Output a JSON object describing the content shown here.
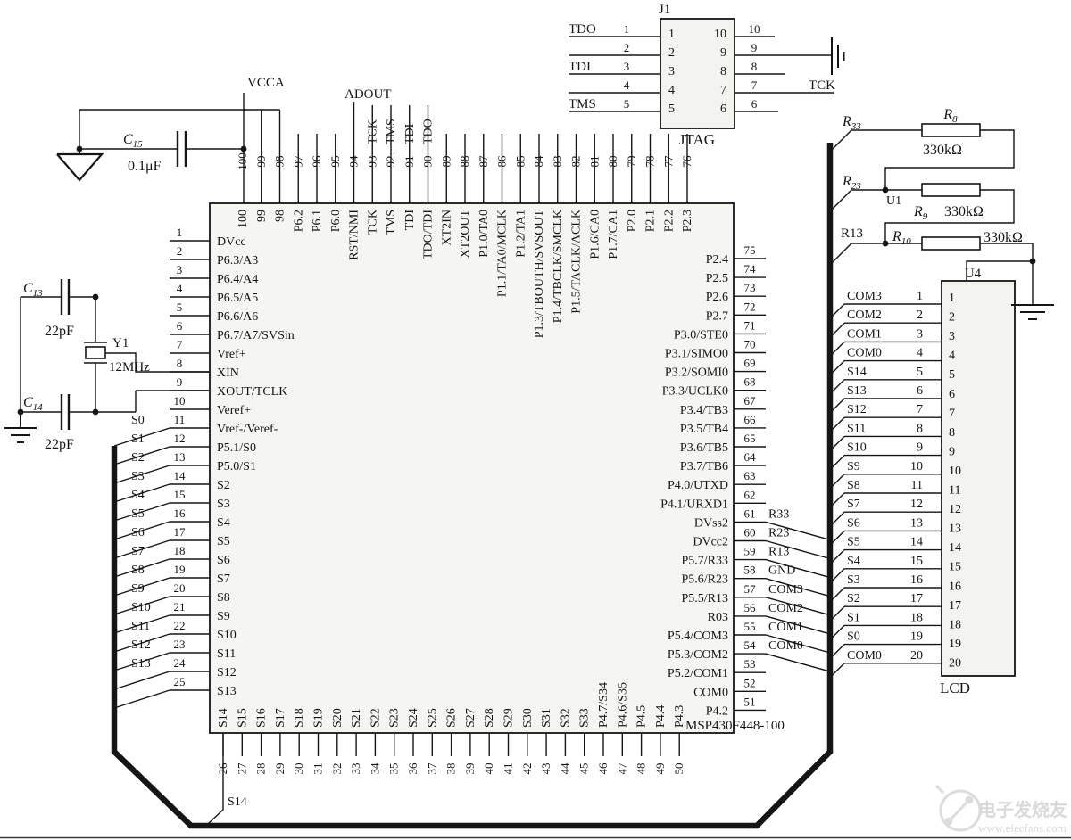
{
  "colors": {
    "line": "#151515",
    "chip_fill": "#f5f5f2",
    "connector_fill": "#f3f3f0",
    "watermark": "#dcdcdc"
  },
  "power": {
    "vcca": "VCCA",
    "adout": "ADOUT",
    "s14_net": "S14"
  },
  "capacitors": [
    {
      "ref": "C",
      "sub": "15",
      "value": "0.1μF"
    },
    {
      "ref": "C",
      "sub": "13",
      "value": "22pF"
    },
    {
      "ref": "C",
      "sub": "14",
      "value": "22pF"
    }
  ],
  "crystal": {
    "ref": "Y1",
    "value": "12MHz"
  },
  "ladder": {
    "u1": "U1",
    "rows": [
      {
        "net_base": "R",
        "net_sub": "33",
        "res_base": "R",
        "res_sub": "8",
        "value": "330kΩ"
      },
      {
        "net_base": "R",
        "net_sub": "23",
        "res_base": "R",
        "res_sub": "9",
        "value": "330kΩ"
      },
      {
        "net_text": "R13",
        "res_base": "R",
        "res_sub": "10",
        "value": "330kΩ"
      }
    ]
  },
  "jtag": {
    "ref": "J1",
    "title": "JTAG",
    "tck": "TCK",
    "rows": [
      {
        "left_num": "1",
        "right_num": "10",
        "left_label": "TDO"
      },
      {
        "left_num": "2",
        "right_num": "9",
        "left_label": ""
      },
      {
        "left_num": "3",
        "right_num": "8",
        "left_label": "TDI"
      },
      {
        "left_num": "4",
        "right_num": "7",
        "left_label": ""
      },
      {
        "left_num": "5",
        "right_num": "6",
        "left_label": "TMS"
      }
    ]
  },
  "u4": {
    "ref": "U4",
    "title": "LCD",
    "pins": [
      {
        "n": "1",
        "net": "COM3"
      },
      {
        "n": "2",
        "net": "COM2"
      },
      {
        "n": "3",
        "net": "COM1"
      },
      {
        "n": "4",
        "net": "COM0"
      },
      {
        "n": "5",
        "net": "S14"
      },
      {
        "n": "6",
        "net": "S13"
      },
      {
        "n": "7",
        "net": "S12"
      },
      {
        "n": "8",
        "net": "S11"
      },
      {
        "n": "9",
        "net": "S10"
      },
      {
        "n": "10",
        "net": "S9"
      },
      {
        "n": "11",
        "net": "S8"
      },
      {
        "n": "12",
        "net": "S7"
      },
      {
        "n": "13",
        "net": "S6"
      },
      {
        "n": "14",
        "net": "S5"
      },
      {
        "n": "15",
        "net": "S4"
      },
      {
        "n": "16",
        "net": "S3"
      },
      {
        "n": "17",
        "net": "S2"
      },
      {
        "n": "18",
        "net": "S1"
      },
      {
        "n": "19",
        "net": "S0"
      },
      {
        "n": "20",
        "net": "COM0"
      }
    ]
  },
  "mcu": {
    "name": "MSP430F448-100",
    "top": [
      {
        "n": "100",
        "label": "100"
      },
      {
        "n": "99",
        "label": "99"
      },
      {
        "n": "98",
        "label": "98"
      },
      {
        "n": "97",
        "label": "P6.2"
      },
      {
        "n": "96",
        "label": "P6.1"
      },
      {
        "n": "95",
        "label": "P6.0"
      },
      {
        "n": "94",
        "label": "RST/NMI"
      },
      {
        "n": "93",
        "label": "TCK",
        "outer": "TCK"
      },
      {
        "n": "92",
        "label": "TMS",
        "outer": "TMS"
      },
      {
        "n": "91",
        "label": "TDI",
        "outer": "TDI"
      },
      {
        "n": "90",
        "label": "TDO/TDI",
        "outer": "TDO"
      },
      {
        "n": "89",
        "label": "XT2IN"
      },
      {
        "n": "88",
        "label": "XT2OUT"
      },
      {
        "n": "87",
        "label": "P1.0/TA0"
      },
      {
        "n": "86",
        "label": "P1.1/TA0/MCLK"
      },
      {
        "n": "85",
        "label": "P1.2/TA1"
      },
      {
        "n": "84",
        "label": "P1.3/TBOUTH/SVSOUT"
      },
      {
        "n": "83",
        "label": "P1.4/TBCLK/SMCLK"
      },
      {
        "n": "82",
        "label": "P1.5/TACLK/ACLK"
      },
      {
        "n": "81",
        "label": "P1.6/CA0"
      },
      {
        "n": "80",
        "label": "P1.7/CA1"
      },
      {
        "n": "79",
        "label": "P2.0"
      },
      {
        "n": "78",
        "label": "P2.1"
      },
      {
        "n": "77",
        "label": "P2.2"
      },
      {
        "n": "76",
        "label": "P2.3"
      }
    ],
    "left": [
      {
        "n": "1",
        "label": "DVcc"
      },
      {
        "n": "2",
        "label": "P6.3/A3"
      },
      {
        "n": "3",
        "label": "P6.4/A4"
      },
      {
        "n": "4",
        "label": "P6.5/A5"
      },
      {
        "n": "5",
        "label": "P6.6/A6"
      },
      {
        "n": "6",
        "label": "P6.7/A7/SVSin"
      },
      {
        "n": "7",
        "label": "Vref+"
      },
      {
        "n": "8",
        "label": "XIN"
      },
      {
        "n": "9",
        "label": "XOUT/TCLK"
      },
      {
        "n": "10",
        "label": "Veref+"
      },
      {
        "n": "11",
        "label": "Vref-/Veref-",
        "outer": "S0"
      },
      {
        "n": "12",
        "label": "P5.1/S0",
        "outer": "S1"
      },
      {
        "n": "13",
        "label": "P5.0/S1",
        "outer": "S2"
      },
      {
        "n": "14",
        "label": "S2",
        "outer": "S3"
      },
      {
        "n": "15",
        "label": "S3",
        "outer": "S4"
      },
      {
        "n": "16",
        "label": "S4",
        "outer": "S5"
      },
      {
        "n": "17",
        "label": "S5",
        "outer": "S6"
      },
      {
        "n": "18",
        "label": "S6",
        "outer": "S7"
      },
      {
        "n": "19",
        "label": "S7",
        "outer": "S8"
      },
      {
        "n": "20",
        "label": "S8",
        "outer": "S9"
      },
      {
        "n": "21",
        "label": "S9",
        "outer": "S10"
      },
      {
        "n": "22",
        "label": "S10",
        "outer": "S11"
      },
      {
        "n": "23",
        "label": "S11",
        "outer": "S12"
      },
      {
        "n": "24",
        "label": "S12",
        "outer": "S13"
      },
      {
        "n": "25",
        "label": "S13"
      }
    ],
    "right": [
      {
        "n": "75",
        "label": "P2.4"
      },
      {
        "n": "74",
        "label": "P2.5"
      },
      {
        "n": "73",
        "label": "P2.6"
      },
      {
        "n": "72",
        "label": "P2.7"
      },
      {
        "n": "71",
        "label": "P3.0/STE0"
      },
      {
        "n": "70",
        "label": "P3.1/SIMO0"
      },
      {
        "n": "69",
        "label": "P3.2/SOMI0"
      },
      {
        "n": "68",
        "label": "P3.3/UCLK0"
      },
      {
        "n": "67",
        "label": "P3.4/TB3"
      },
      {
        "n": "66",
        "label": "P3.5/TB4"
      },
      {
        "n": "65",
        "label": "P3.6/TB5"
      },
      {
        "n": "64",
        "label": "P3.7/TB6"
      },
      {
        "n": "63",
        "label": "P4.0/UTXD"
      },
      {
        "n": "62",
        "label": "P4.1/URXD1"
      },
      {
        "n": "61",
        "label": "DVss2",
        "outer": "R33"
      },
      {
        "n": "60",
        "label": "DVcc2",
        "outer": "R23"
      },
      {
        "n": "59",
        "label": "P5.7/R33",
        "outer": "R13"
      },
      {
        "n": "58",
        "label": "P5.6/R23",
        "outer": "GND"
      },
      {
        "n": "57",
        "label": "P5.5/R13",
        "outer": "COM3"
      },
      {
        "n": "56",
        "label": "R03",
        "outer": "COM2"
      },
      {
        "n": "55",
        "label": "P5.4/COM3",
        "outer": "COM1"
      },
      {
        "n": "54",
        "label": "P5.3/COM2",
        "outer": "COM0"
      },
      {
        "n": "53",
        "label": "P5.2/COM1"
      },
      {
        "n": "52",
        "label": "COM0"
      },
      {
        "n": "51",
        "label": "P4.2"
      }
    ],
    "bottom": [
      {
        "n": "26",
        "label": "S14"
      },
      {
        "n": "27",
        "label": "S15"
      },
      {
        "n": "28",
        "label": "S16"
      },
      {
        "n": "29",
        "label": "S17"
      },
      {
        "n": "30",
        "label": "S18"
      },
      {
        "n": "31",
        "label": "S19"
      },
      {
        "n": "32",
        "label": "S20"
      },
      {
        "n": "33",
        "label": "S21"
      },
      {
        "n": "34",
        "label": "S22"
      },
      {
        "n": "35",
        "label": "S23"
      },
      {
        "n": "36",
        "label": "S24"
      },
      {
        "n": "37",
        "label": "S25"
      },
      {
        "n": "38",
        "label": "S26"
      },
      {
        "n": "39",
        "label": "S27"
      },
      {
        "n": "40",
        "label": "S28"
      },
      {
        "n": "41",
        "label": "S29"
      },
      {
        "n": "42",
        "label": "S30"
      },
      {
        "n": "43",
        "label": "S31"
      },
      {
        "n": "44",
        "label": "S32"
      },
      {
        "n": "45",
        "label": "S33"
      },
      {
        "n": "46",
        "label": "P4.7/S34"
      },
      {
        "n": "47",
        "label": "P4.6/S35"
      },
      {
        "n": "48",
        "label": "P4.5"
      },
      {
        "n": "49",
        "label": "P4.4"
      },
      {
        "n": "50",
        "label": "P4.3"
      }
    ]
  },
  "watermark": {
    "line1": "电子发烧友",
    "line2": "www.elecfans.com"
  }
}
